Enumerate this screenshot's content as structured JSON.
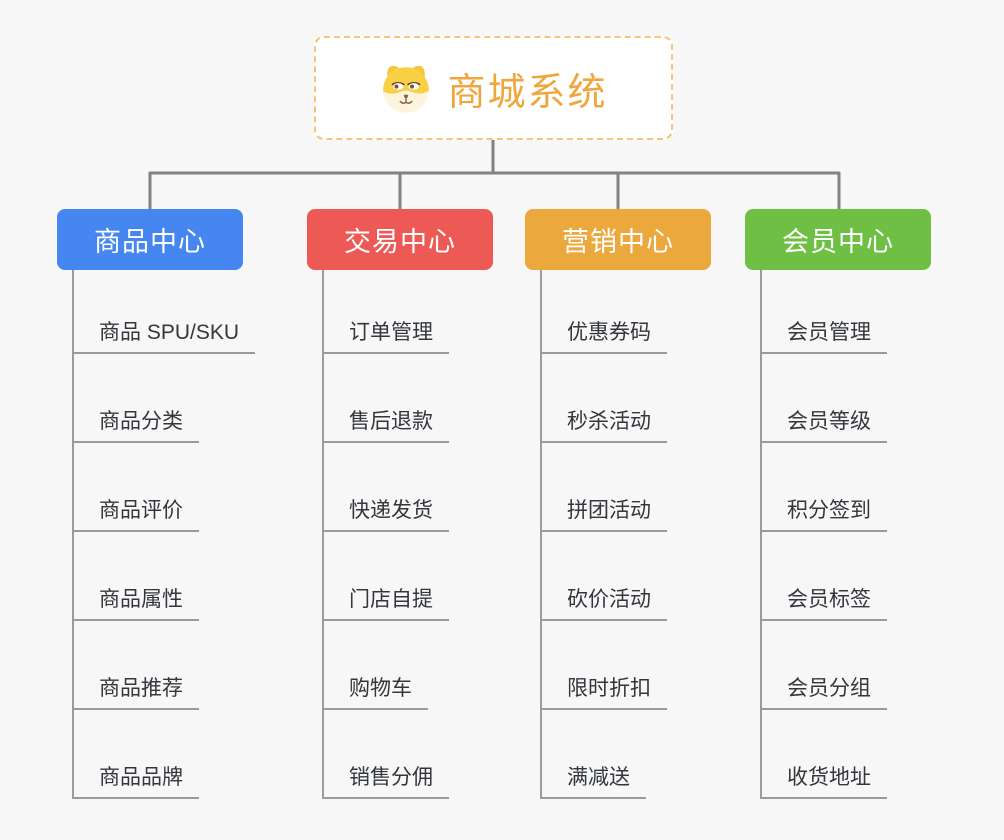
{
  "page": {
    "background_color": "#f7f7f7",
    "connector_color": "#828282",
    "line_color": "#9b9b9b"
  },
  "root": {
    "title": "商城系统",
    "icon": "shiba-dog-icon",
    "text_color": "#efa63c",
    "border_color": "#f3c57d"
  },
  "branches": [
    {
      "label": "商品中心",
      "color": "#4586f0",
      "items": [
        "商品 SPU/SKU",
        "商品分类",
        "商品评价",
        "商品属性",
        "商品推荐",
        "商品品牌"
      ]
    },
    {
      "label": "交易中心",
      "color": "#ed5a55",
      "items": [
        "订单管理",
        "售后退款",
        "快递发货",
        "门店自提",
        "购物车",
        "销售分佣"
      ]
    },
    {
      "label": "营销中心",
      "color": "#eba83c",
      "items": [
        "优惠券码",
        "秒杀活动",
        "拼团活动",
        "砍价活动",
        "限时折扣",
        "满减送"
      ]
    },
    {
      "label": "会员中心",
      "color": "#6fbf45",
      "items": [
        "会员管理",
        "会员等级",
        "积分签到",
        "会员标签",
        "会员分组",
        "收货地址"
      ]
    }
  ]
}
